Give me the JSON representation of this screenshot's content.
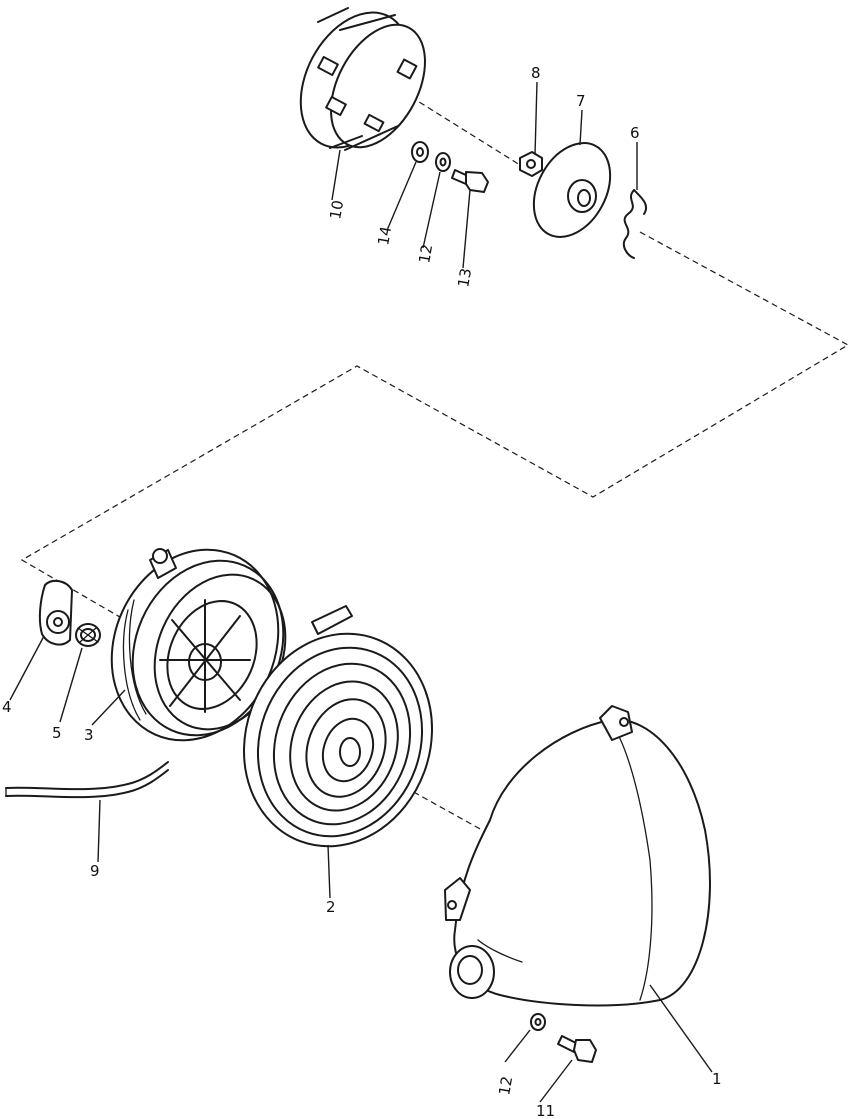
{
  "callouts": {
    "c1": "1",
    "c2": "2",
    "c3": "3",
    "c4": "4",
    "c5": "5",
    "c6": "6",
    "c7": "7",
    "c8": "8",
    "c9": "9",
    "c10": "10",
    "c11": "11",
    "c12a": "12",
    "c12b": "12",
    "c13": "13",
    "c14": "14"
  }
}
